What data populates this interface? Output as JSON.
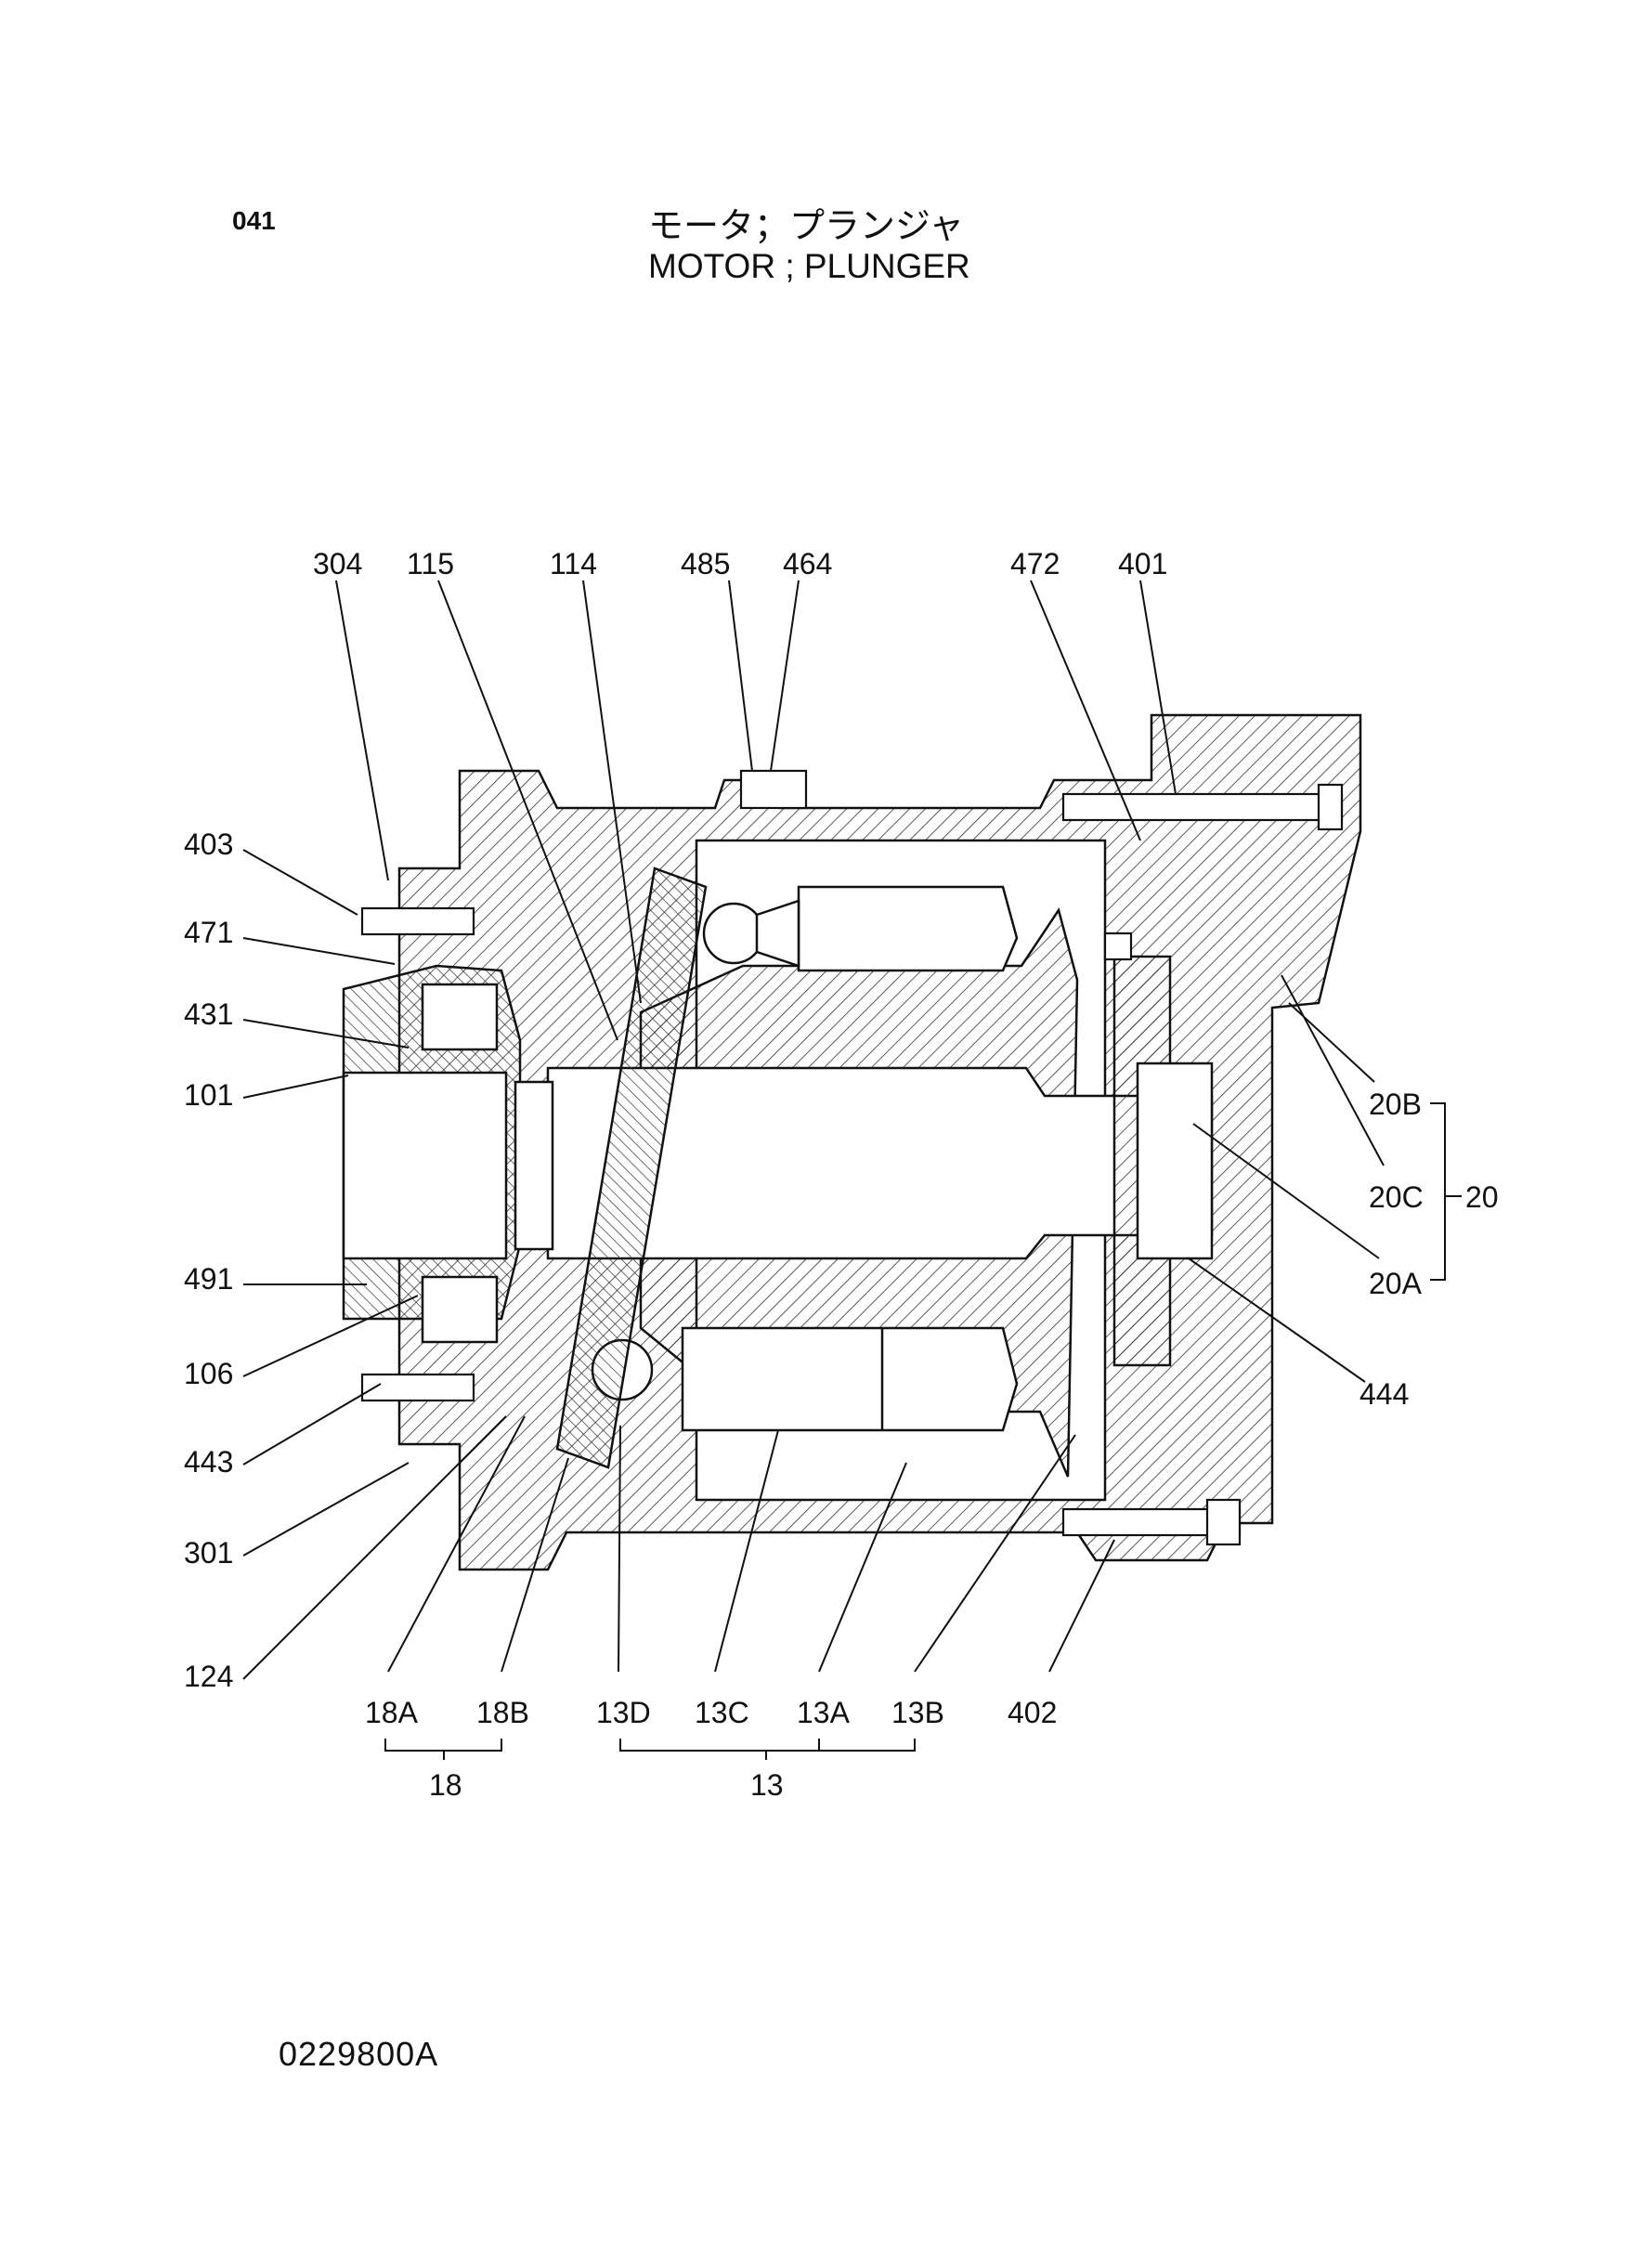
{
  "header": {
    "page_number": "041",
    "title_jp": "モータ；プランジャ",
    "title_en": "MOTOR ; PLUNGER"
  },
  "footer": {
    "drawing_code": "0229800A"
  },
  "callouts": {
    "top": [
      "304",
      "115",
      "114",
      "485",
      "464",
      "472",
      "401"
    ],
    "left": [
      "403",
      "471",
      "431",
      "101",
      "491",
      "106",
      "443",
      "301",
      "124"
    ],
    "right": [
      "20B",
      "20C",
      "20A",
      "444"
    ],
    "group_20": "20",
    "bottom": [
      "18A",
      "18B",
      "13D",
      "13C",
      "13A",
      "13B",
      "402"
    ],
    "group_18": "18",
    "group_13": "13"
  }
}
